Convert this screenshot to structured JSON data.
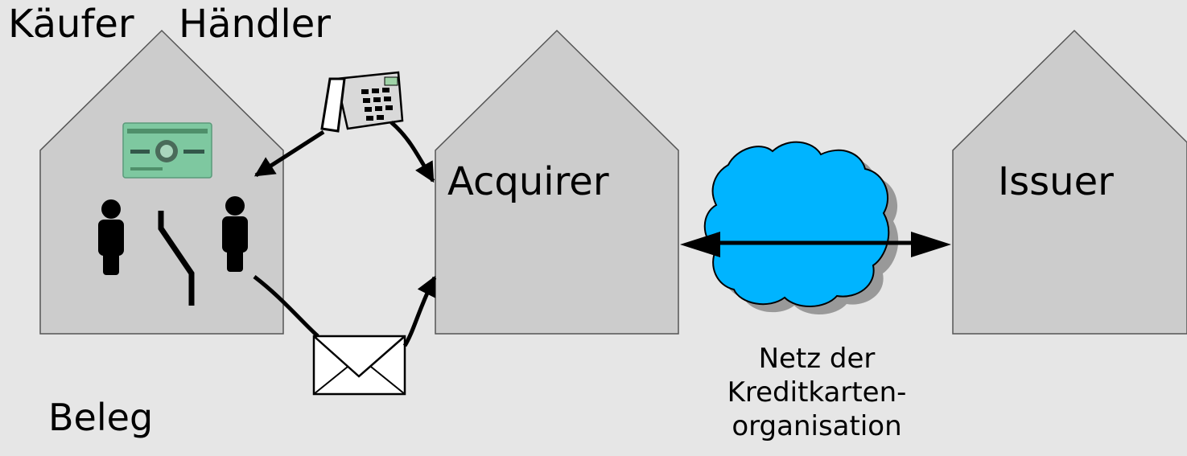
{
  "labels": {
    "kaeufer": "Käufer",
    "haendler": "Händler",
    "acquirer": "Acquirer",
    "issuer": "Issuer",
    "beleg": "Beleg",
    "network_line1": "Netz der",
    "network_line2": "Kreditkarten-",
    "network_line3": "organisation"
  },
  "icons": [
    "credit-card-icon",
    "person-icon",
    "telephone-icon",
    "envelope-icon",
    "cloud-icon",
    "house-icon"
  ],
  "colors": {
    "background": "#e6e6e6",
    "house_fill": "#cccccc",
    "cloud_fill": "#00b4ff",
    "cloud_shadow": "#999999",
    "card_fill": "#7ec8a0"
  }
}
